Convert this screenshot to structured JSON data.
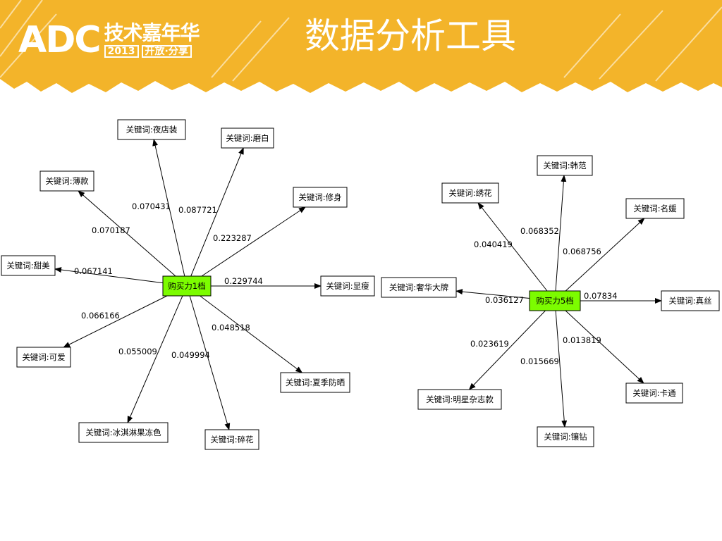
{
  "header": {
    "logo": {
      "main": "ADC",
      "title": "技术嘉年华",
      "year": "2013",
      "tagline": "开放·分享"
    },
    "title": "数据分析工具"
  },
  "colors": {
    "header_bg": "#f3b42a",
    "hub_fill": "#7cfc00",
    "node_fill": "#ffffff",
    "line": "#000000"
  },
  "graphs": [
    {
      "hub": {
        "label": "购买力1档"
      },
      "edges": [
        {
          "target": "关键词:夜店装",
          "weight": "0.070431"
        },
        {
          "target": "关键词:磨白",
          "weight": "0.087721"
        },
        {
          "target": "关键词:薄款",
          "weight": "0.070187"
        },
        {
          "target": "关键词:修身",
          "weight": "0.223287"
        },
        {
          "target": "关键词:甜美",
          "weight": "0.067141"
        },
        {
          "target": "关键词:显瘦",
          "weight": "0.229744"
        },
        {
          "target": "关键词:可爱",
          "weight": "0.066166"
        },
        {
          "target": "关键词:夏季防晒",
          "weight": "0.048518"
        },
        {
          "target": "关键词:冰淇淋果冻色",
          "weight": "0.055009"
        },
        {
          "target": "关键词:碎花",
          "weight": "0.049994"
        }
      ]
    },
    {
      "hub": {
        "label": "购买力5档"
      },
      "edges": [
        {
          "target": "关键词:韩范",
          "weight": "0.068352"
        },
        {
          "target": "关键词:绣花",
          "weight": "0.040419"
        },
        {
          "target": "关键词:名媛",
          "weight": "0.068756"
        },
        {
          "target": "关键词:奢华大牌",
          "weight": "0.036127"
        },
        {
          "target": "关键词:真丝",
          "weight": "0.07834"
        },
        {
          "target": "关键词:明星杂志款",
          "weight": "0.023619"
        },
        {
          "target": "关键词:卡通",
          "weight": "0.013819"
        },
        {
          "target": "关键词:镶钻",
          "weight": "0.015669"
        }
      ]
    }
  ]
}
